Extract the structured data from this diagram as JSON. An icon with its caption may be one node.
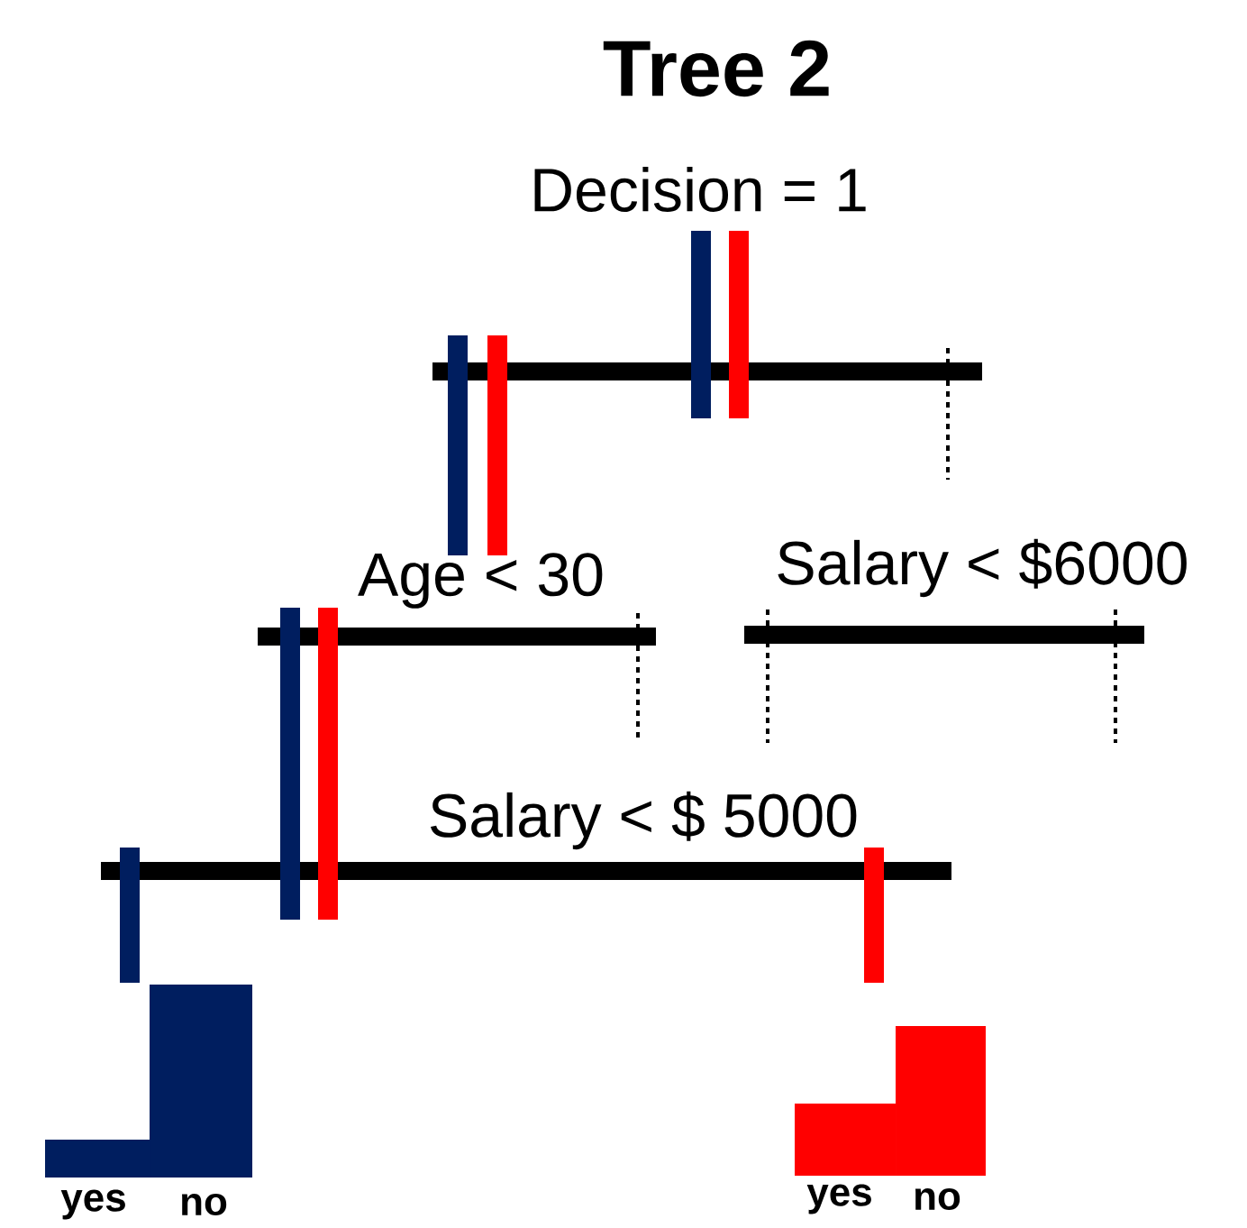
{
  "diagram": {
    "title": "Tree 2",
    "nodes": [
      {
        "text": [
          "Decision = 1"
        ]
      },
      {
        "text": [
          "Age < 30"
        ]
      },
      {
        "text": [
          "Salary < $6000"
        ]
      },
      {
        "text": [
          "Salary < $ 5000"
        ]
      },
      {
        "text": [],
        "shape": "bar",
        "beside": [
          "yes",
          "no"
        ]
      },
      {
        "text": [],
        "shape": "bar",
        "beside": [
          "yes",
          "no"
        ]
      }
    ],
    "edges": [
      {
        "from": null,
        "to": 0,
        "arrow": "none",
        "color": "#001e5f"
      },
      {
        "from": null,
        "to": 0,
        "arrow": "none",
        "color": "#ff0000"
      },
      {
        "from": 0,
        "to": 1,
        "arrow": "none",
        "color": "#001e5f"
      },
      {
        "from": 0,
        "to": 1,
        "arrow": "none",
        "color": "#ff0000"
      },
      {
        "from": 1,
        "to": 3,
        "arrow": "none",
        "color": "#001e5f"
      },
      {
        "from": 1,
        "to": 3,
        "arrow": "none",
        "color": "#ff0000"
      },
      {
        "from": 3,
        "to": 4,
        "arrow": "none",
        "color": "#001e5f"
      },
      {
        "from": 3,
        "to": 5,
        "arrow": "none",
        "color": "#ff0000"
      },
      {
        "from": 0,
        "to": null,
        "arrow": "none",
        "style": "dashed",
        "color": "#000000"
      },
      {
        "from": 1,
        "to": null,
        "arrow": "none",
        "style": "dashed",
        "color": "#000000"
      },
      {
        "from": 2,
        "to": null,
        "arrow": "none",
        "style": "dashed",
        "color": "#000000"
      },
      {
        "from": 2,
        "to": null,
        "arrow": "none",
        "style": "dashed",
        "color": "#000000"
      }
    ]
  }
}
